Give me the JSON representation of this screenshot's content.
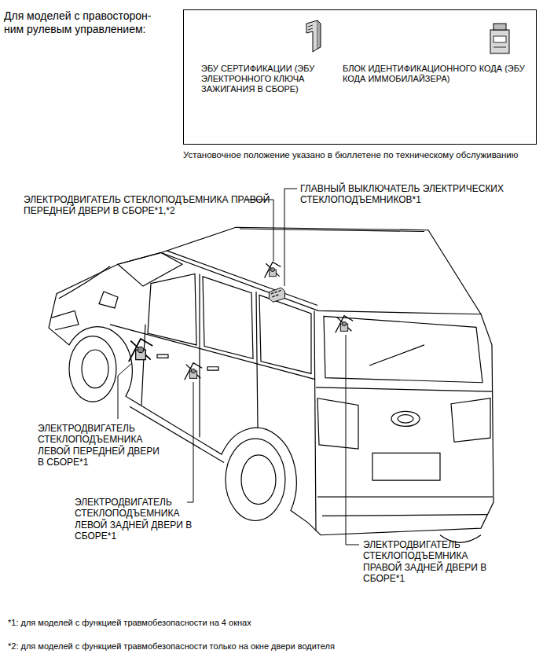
{
  "diagram": {
    "nodes": [
      {
        "text": [
          "ЭБУ СЕРТИФИКАЦИИ (ЭБУ ЭЛЕКТРОННОГО КЛЮЧА ЗАЖИГАНИЯ В СБОРЕ)",
          "БЛОК ИДЕНТИФИКАЦИОННОГО КОДА (ЭБУ КОДА ИММОБИЛАЙЗЕРА)"
        ]
      }
    ],
    "edges": [],
    "labels": [
      "Для моделей с правосторон- ним рулевым управлением:",
      "Установочное положение указано в бюллетене по техническому обслуживанию",
      "ЭЛЕКТРОДВИГАТЕЛЬ СТЕКЛОПОДЪЕМНИКА ПРАВОЙ ПЕРЕДНЕЙ ДВЕРИ В СБОРЕ*1,*2",
      "ГЛАВНЫЙ ВЫКЛЮЧАТЕЛЬ ЭЛЕКТРИЧЕСКИХ СТЕКЛОПОДЪЕМНИКОВ*1",
      "ЭЛЕКТРОДВИГАТЕЛЬ СТЕКЛОПОДЪЕМНИКА ЛЕВОЙ ПЕРЕДНЕЙ ДВЕРИ В СБОРЕ*1",
      "ЭЛЕКТРОДВИГАТЕЛЬ СТЕКЛОПОДЪЕМНИКА ЛЕВОЙ ЗАДНЕЙ ДВЕРИ В СБОРЕ*1",
      "ЭЛЕКТРОДВИГАТЕЛЬ СТЕКЛОПОДЪЕМНИКА ПРАВОЙ ЗАДНЕЙ ДВЕРИ В СБОРЕ*1",
      "*1: для моделей с функцией травмобезопасности на 4 окнах",
      "*2: для моделей с функцией травмобезопасности только на окне двери водителя"
    ]
  }
}
